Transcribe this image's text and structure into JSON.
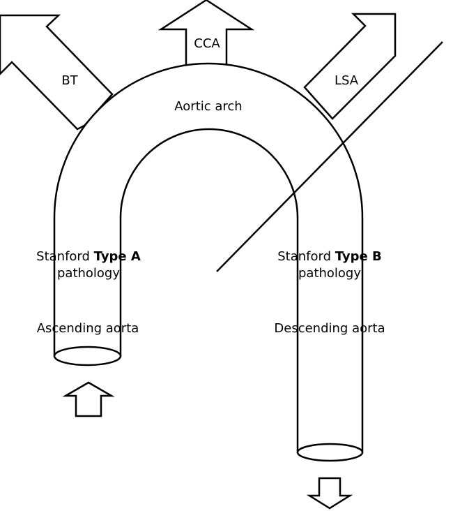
{
  "arrows": {
    "bt": "BT",
    "cca": "CCA",
    "lsa": "LSA"
  },
  "arch_label": "Aortic arch",
  "type_a": {
    "prefix": "Stanford ",
    "bold": "Type A",
    "line2": "pathology"
  },
  "type_b": {
    "prefix": "Stanford ",
    "bold": "Type B",
    "line2": "pathology"
  },
  "ascending_label": "Ascending aorta",
  "descending_label": "Descending aorta",
  "colors": {
    "stroke": "#000000",
    "background": "#ffffff"
  },
  "icons": [
    "arrow-up-icon",
    "arrow-down-icon"
  ]
}
